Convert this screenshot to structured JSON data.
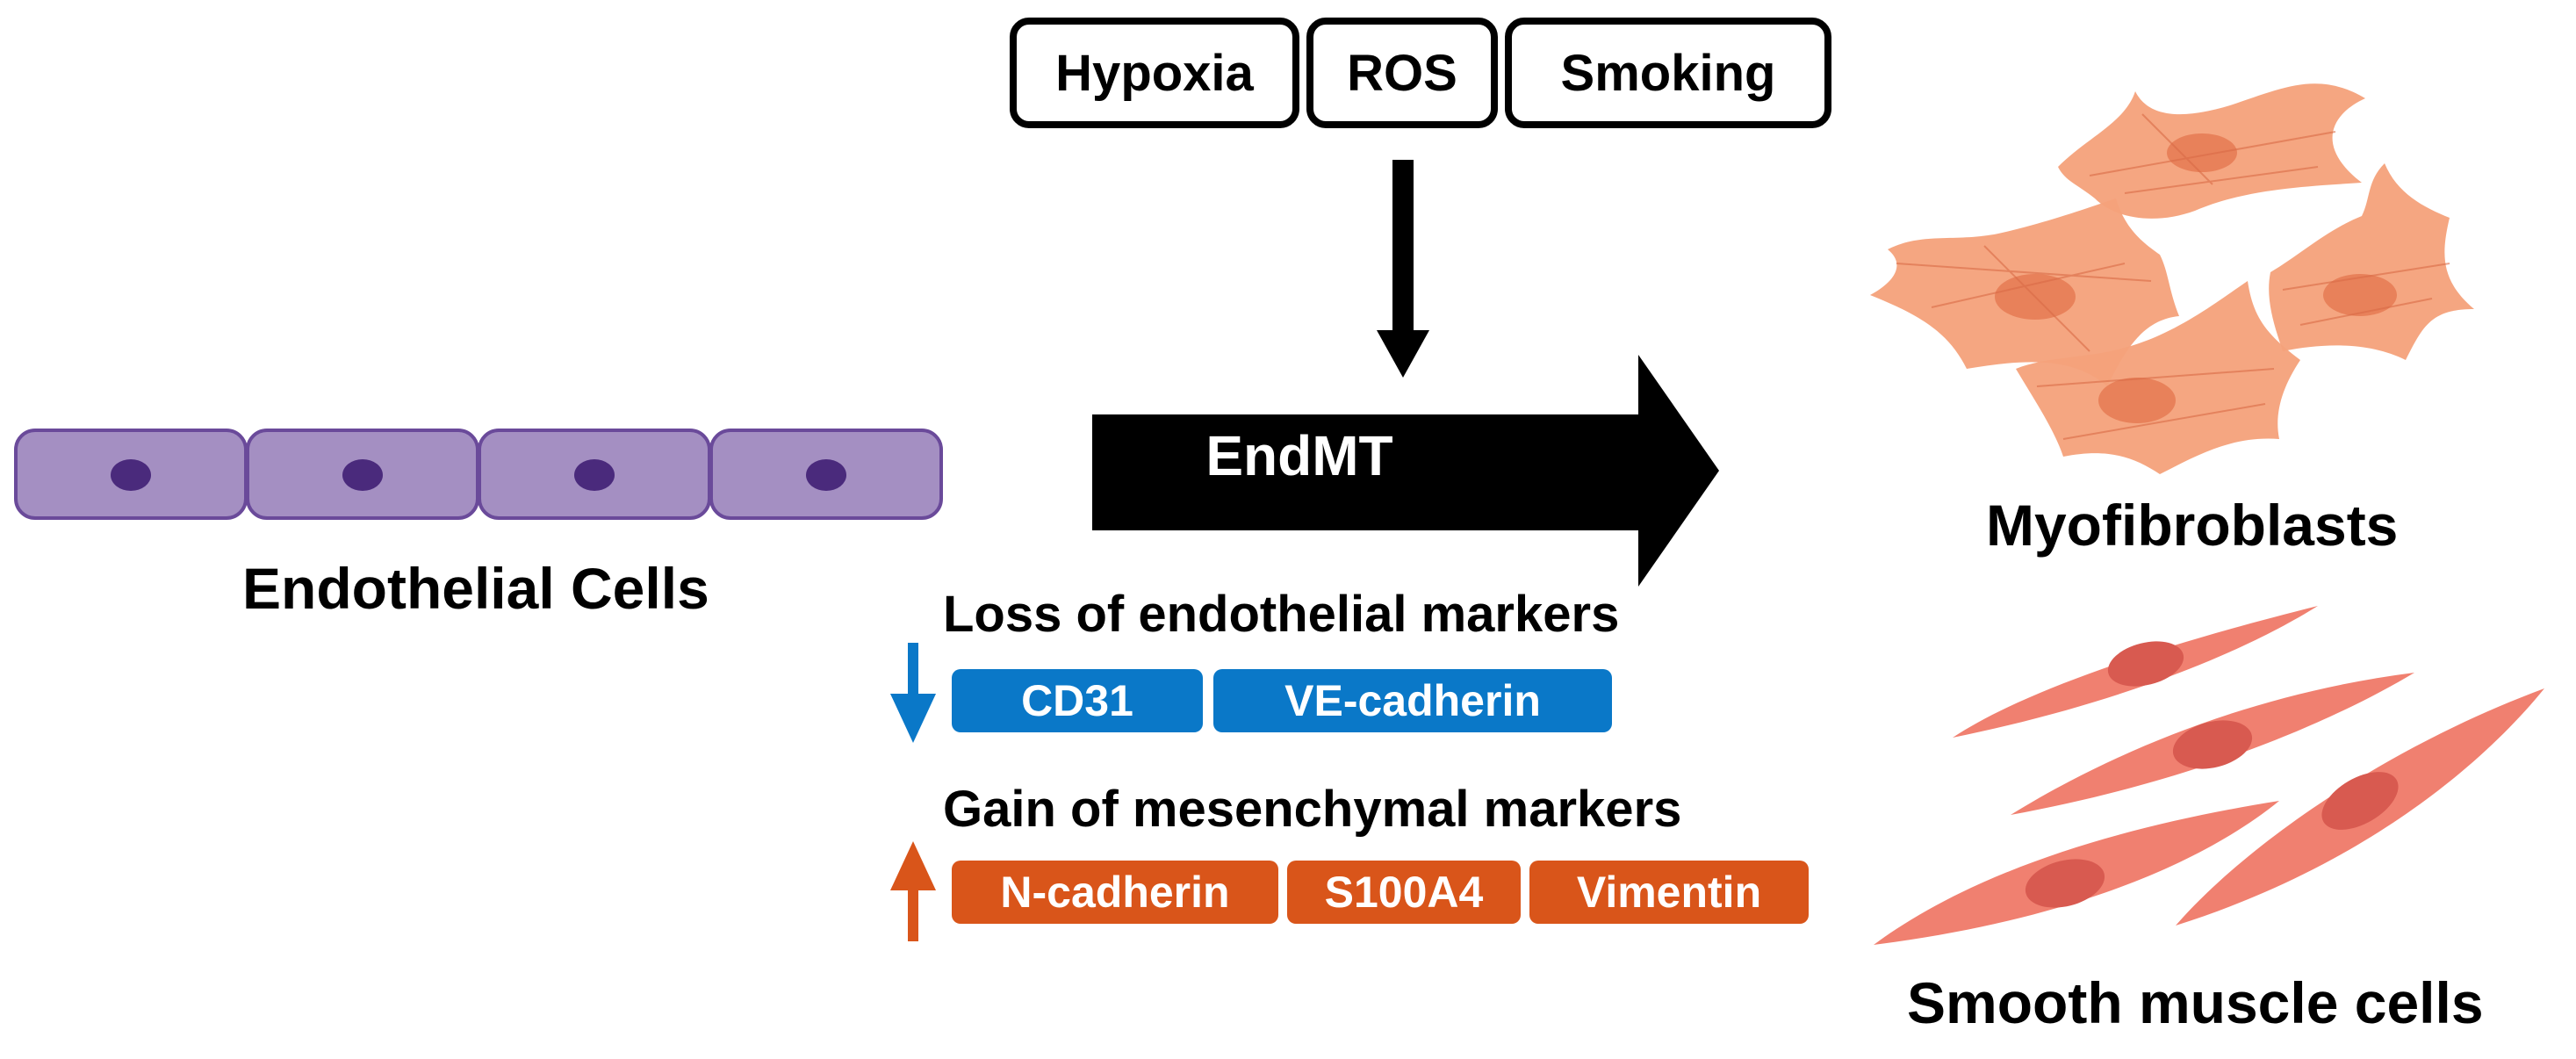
{
  "triggers": [
    {
      "label": "Hypoxia"
    },
    {
      "label": "ROS"
    },
    {
      "label": "Smoking"
    }
  ],
  "process": {
    "label": "EndMT"
  },
  "source": {
    "label": "Endothelial Cells"
  },
  "loss": {
    "heading": "Loss of endothelial markers",
    "markers": [
      "CD31",
      "VE-cadherin"
    ],
    "color": "#0a78c8",
    "direction": "down"
  },
  "gain": {
    "heading": "Gain of mesenchymal markers",
    "markers": [
      "N-cadherin",
      "S100A4",
      "Vimentin"
    ],
    "color": "#d9551a",
    "direction": "up"
  },
  "outcomes": [
    {
      "label": "Myofibroblasts",
      "color": "#f4a17a"
    },
    {
      "label": "Smooth muscle cells",
      "color": "#f08070"
    }
  ],
  "endothelial_cell_color": "#a48fc2"
}
